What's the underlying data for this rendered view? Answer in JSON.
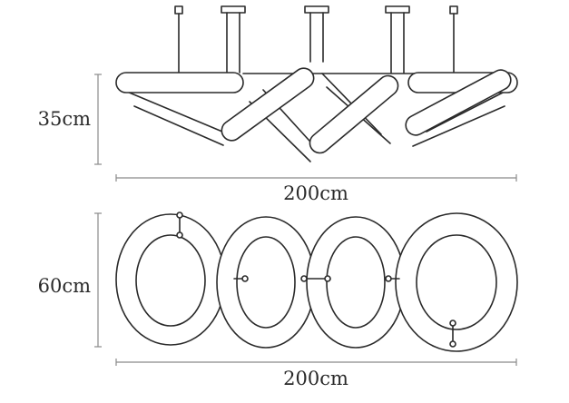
{
  "side_view": {
    "height_label": "35cm",
    "width_label": "200cm"
  },
  "top_view": {
    "depth_label": "60cm",
    "width_label": "200cm"
  }
}
